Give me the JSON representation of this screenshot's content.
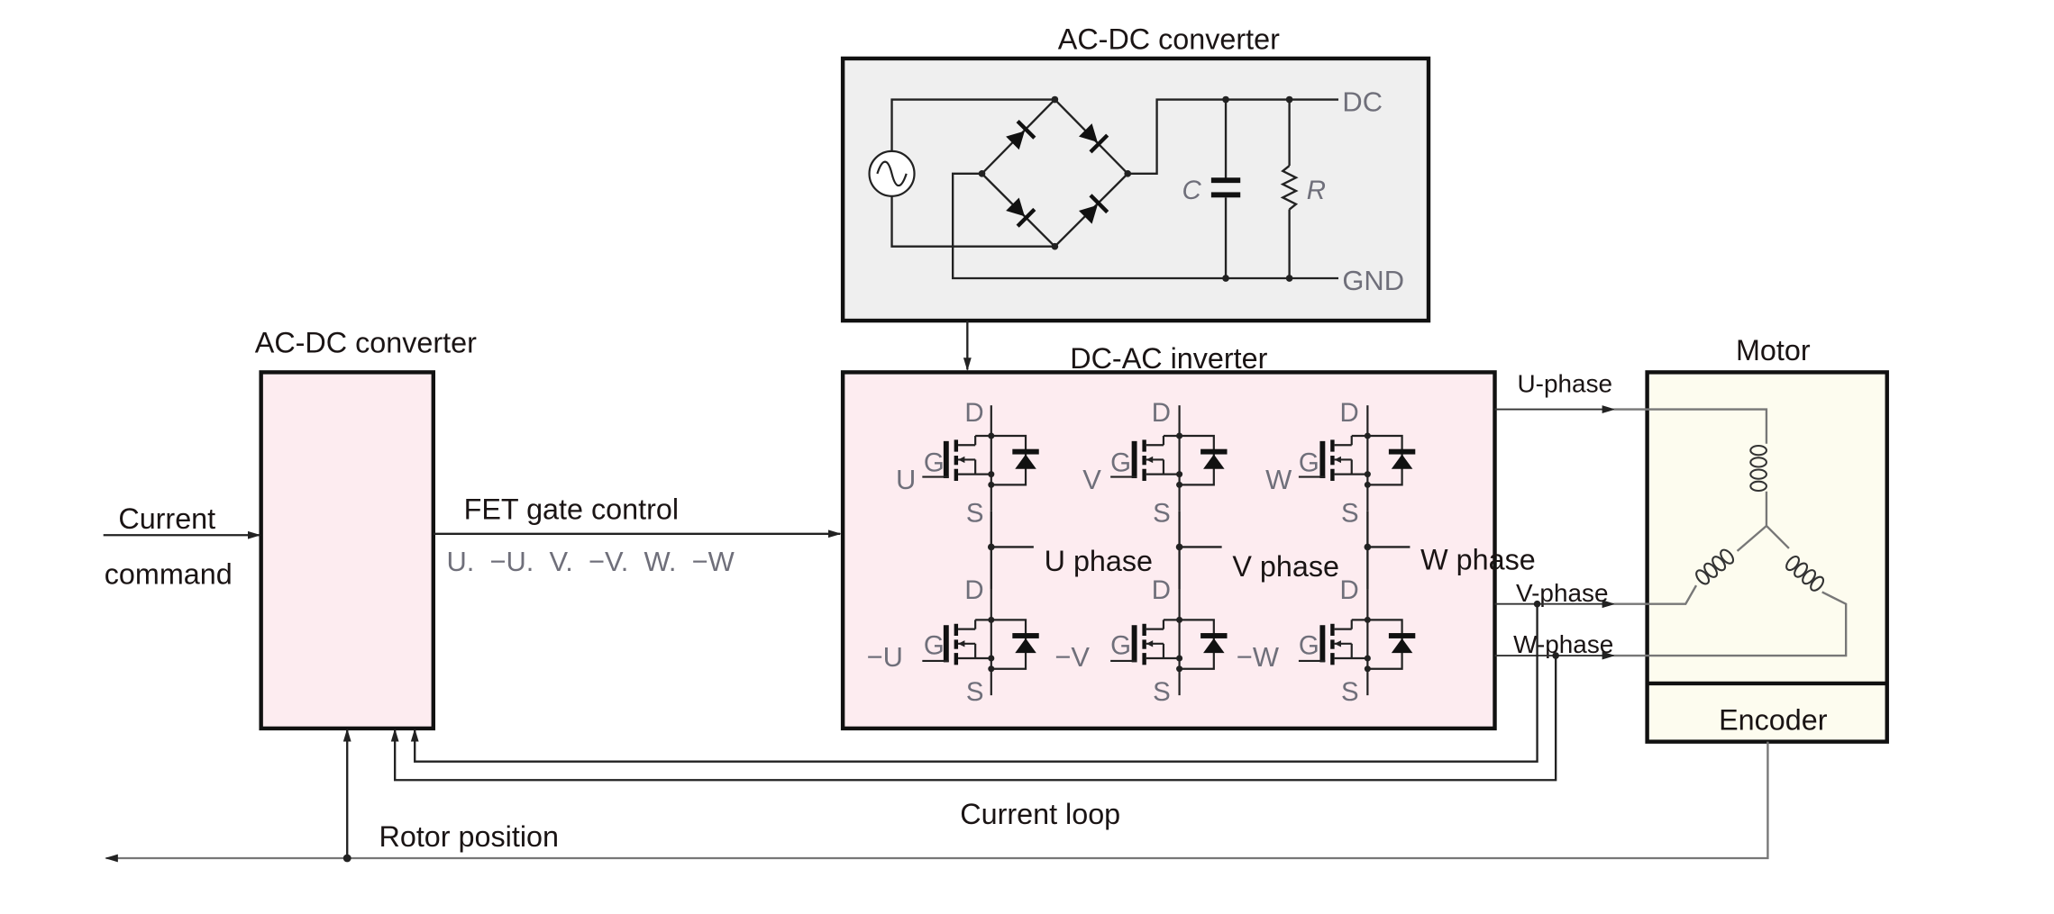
{
  "diagram": {
    "title": "Motor drive control block diagram",
    "blocks": {
      "power_supply": {
        "title": "AC-DC converter",
        "fill": "#efefef",
        "outputs": {
          "dc": "DC",
          "gnd": "GND"
        },
        "components": {
          "capacitor": "C",
          "resistor": "R"
        }
      },
      "controller": {
        "title": "AC-DC converter",
        "fill": "#fdecf0"
      },
      "inverter": {
        "title": "DC-AC inverter",
        "fill": "#fdecf0",
        "fet_terminals": {
          "drain": "D",
          "gate": "G",
          "source": "S"
        },
        "high_side_gates": [
          "U",
          "V",
          "W"
        ],
        "low_side_gates": [
          "−U",
          "−V",
          "−W"
        ],
        "phase_nodes": [
          "U phase",
          "V phase",
          "W phase"
        ]
      },
      "motor": {
        "title": "Motor",
        "fill": "#fdfcef",
        "encoder_label": "Encoder"
      }
    },
    "signals": {
      "current_command_line1": "Current",
      "current_command_line2": "command",
      "fet_gate_control": "FET gate control",
      "gate_signals": "U.  −U.  V.  −V.  W.  −W",
      "u_phase_out": "U-phase",
      "v_phase_out": "V-phase",
      "w_phase_out": "W-phase",
      "current_loop": "Current loop",
      "rotor_position": "Rotor position"
    }
  }
}
